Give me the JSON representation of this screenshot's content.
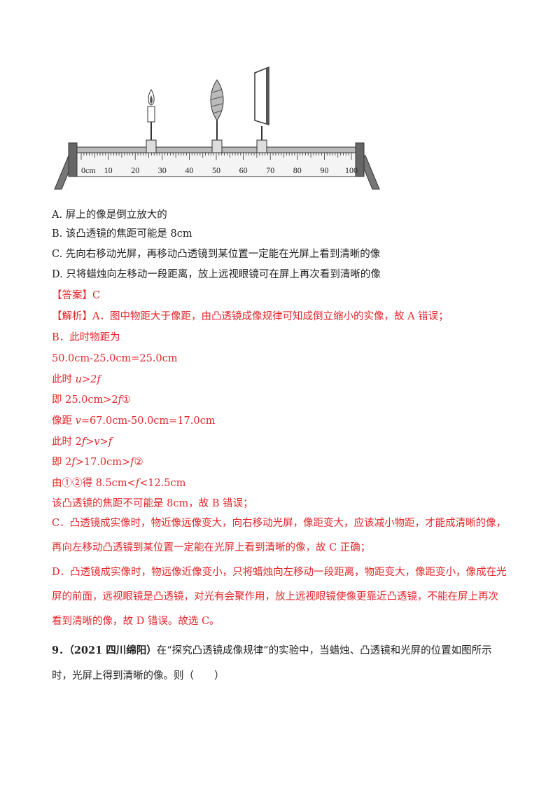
{
  "figure": {
    "ruler_unit": "0cm",
    "ruler_ticks": [
      "10",
      "20",
      "30",
      "40",
      "50",
      "60",
      "70",
      "80",
      "90",
      "100"
    ]
  },
  "options": [
    "A.  屏上的像是倒立放大的",
    "B.  该凸透镜的焦距可能是 8cm",
    "C.  先向右移动光屏，再移动凸透镜到某位置一定能在光屏上看到清晰的像",
    "D.  只将蜡烛向左移动一段距离，放上远视眼镜可在屏上再次看到清晰的像"
  ],
  "answer": {
    "label": "【答案】",
    "value": "C"
  },
  "analysis": {
    "label": "【解析】",
    "a_text": "A．图中物距大于像距，由凸透镜成像规律可知成倒立缩小的实像，故 A 错误；",
    "b_head": "B．此时物距为",
    "b_calc1": "50.0cm-25.0cm=25.0cm",
    "b_line3_pre": "此时 ",
    "b_line3_math": "u>2f",
    "b_line4_pre": "即 25.0cm>2",
    "b_line4_f": "f",
    "b_line4_post": "①",
    "b_line5_pre": "像距 ",
    "b_line5_v": "v",
    "b_line5_post": "=67.0cm-50.0cm=17.0cm",
    "b_line6_pre": "此时 2",
    "b_line6_math": "f>v>f",
    "b_line7_pre": "即 2",
    "b_line7_f": "f",
    "b_line7_mid": ">17.0cm>",
    "b_line7_f2": "f",
    "b_line7_post": "②",
    "b_line8_pre": "由①②得 8.5cm<",
    "b_line8_f": "f",
    "b_line8_post": "<12.5cm",
    "b_line9": "该凸透镜的焦距不可能是 8cm，故 B 错误；",
    "c_text": "C．凸透镜成实像时，物近像远像变大，向右移动光屏，像距变大，应该减小物距，才能成清晰的像，再向左移动凸透镜到某位置一定能在光屏上看到清晰的像，故 C 正确；",
    "d_text": "D．凸透镜成实像时，物远像近像变小，只将蜡烛向左移动一段距离，物距变大，像距变小，像成在光屏的前面，远视眼镜是凸透镜，对光有会聚作用，放上远视眼镜使像更靠近凸透镜，不能在屏上再次看到清晰的像，故 D 错误。故选 C。"
  },
  "question9": {
    "number": "9．",
    "source": "（2021 四川绵阳）",
    "text": "在“探究凸透镜成像规律”的实验中，当蜡烛、凸透镜和光屏的位置如图所示时，光屏上得到清晰的像。则（　　）"
  }
}
